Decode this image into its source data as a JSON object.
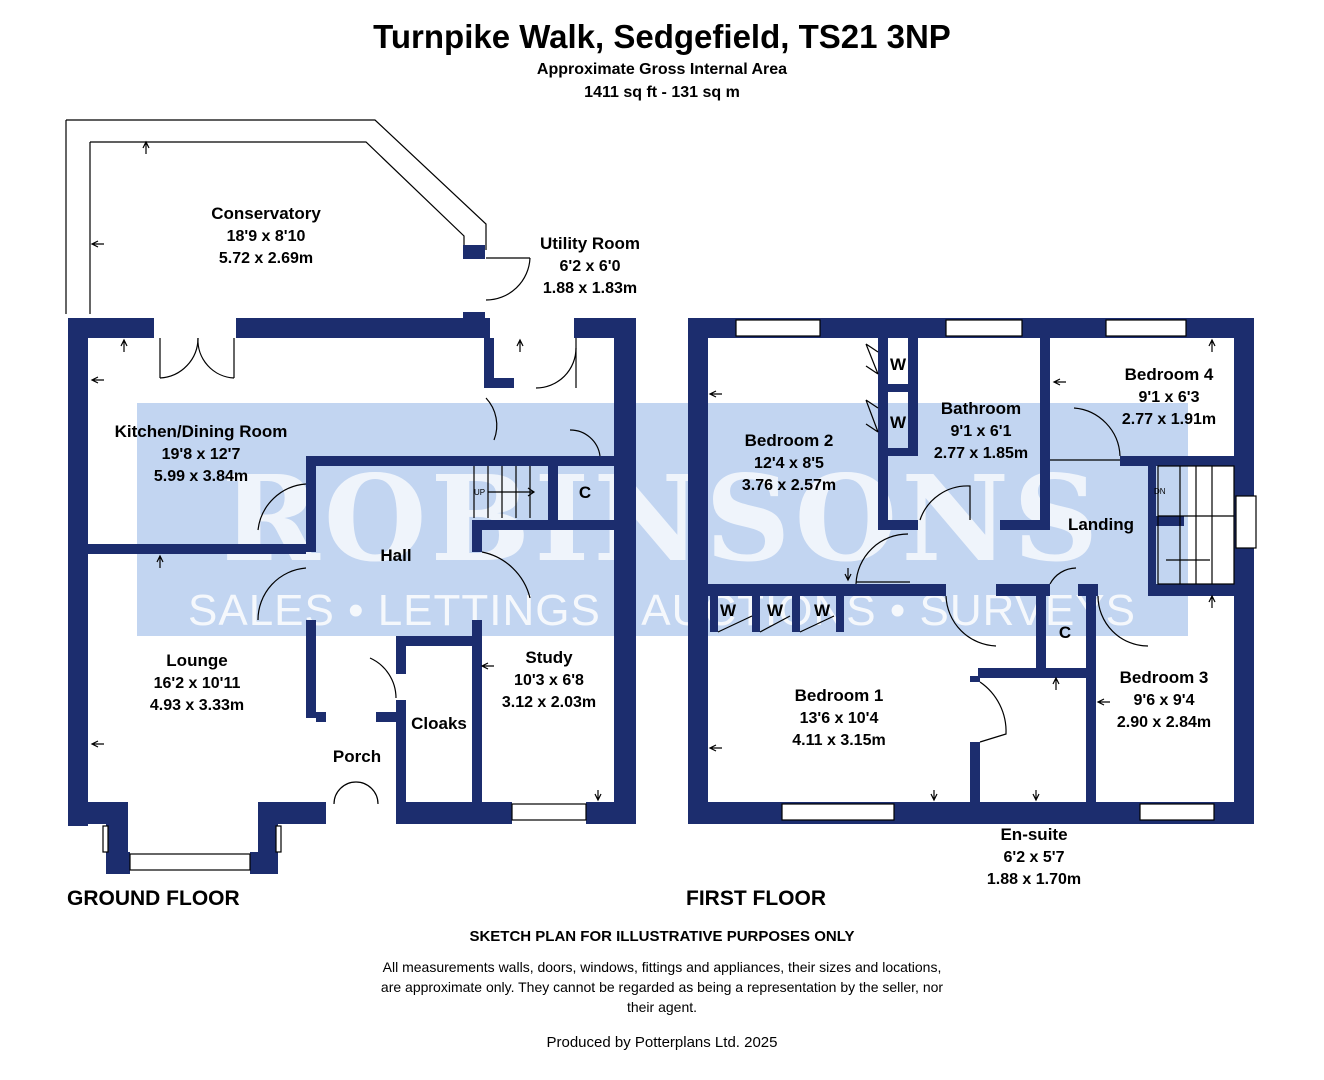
{
  "header": {
    "title": "Turnpike Walk, Sedgefield, TS21 3NP",
    "area_label": "Approximate Gross Internal Area",
    "area_value": "1411 sq ft - 131 sq m"
  },
  "watermark": {
    "brand": "ROBINSONS",
    "tagline": "SALES • LETTINGS • AUCTIONS • SURVEYS"
  },
  "floors": {
    "ground": {
      "label": "GROUND FLOOR",
      "rooms": [
        {
          "name": "Conservatory",
          "imperial": "18'9 x 8'10",
          "metric": "5.72 x 2.69m"
        },
        {
          "name": "Utility Room",
          "imperial": "6'2 x 6'0",
          "metric": "1.88 x 1.83m"
        },
        {
          "name": "Kitchen/Dining Room",
          "imperial": "19'8 x 12'7",
          "metric": "5.99 x 3.84m"
        },
        {
          "name": "Hall"
        },
        {
          "name": "Lounge",
          "imperial": "16'2 x 10'11",
          "metric": "4.93 x 3.33m"
        },
        {
          "name": "Study",
          "imperial": "10'3 x 6'8",
          "metric": "3.12 x 2.03m"
        },
        {
          "name": "Porch"
        },
        {
          "name": "Cloaks"
        }
      ],
      "cupboard": "C",
      "stairs": "UP"
    },
    "first": {
      "label": "FIRST FLOOR",
      "rooms": [
        {
          "name": "Bedroom 2",
          "imperial": "12'4 x 8'5",
          "metric": "3.76 x 2.57m"
        },
        {
          "name": "Bathroom",
          "imperial": "9'1 x 6'1",
          "metric": "2.77 x 1.85m"
        },
        {
          "name": "Bedroom 4",
          "imperial": "9'1 x 6'3",
          "metric": "2.77 x 1.91m"
        },
        {
          "name": "Landing"
        },
        {
          "name": "Bedroom 1",
          "imperial": "13'6 x 10'4",
          "metric": "4.11 x 3.15m"
        },
        {
          "name": "Bedroom 3",
          "imperial": "9'6 x 9'4",
          "metric": "2.90 x 2.84m"
        },
        {
          "name": "En-suite",
          "imperial": "6'2 x 5'7",
          "metric": "1.88 x 1.70m"
        }
      ],
      "wardrobe": "W",
      "cupboard": "C",
      "stairs": "DN"
    }
  },
  "footer": {
    "sketch_note": "SKETCH PLAN FOR ILLUSTRATIVE PURPOSES ONLY",
    "disclaimer": "All measurements walls, doors, windows, fittings and appliances, their sizes and locations, are approximate only. They cannot be regarded as being a representation by the seller, nor their agent.",
    "producer": "Produced by Potterplans Ltd. 2025"
  },
  "colors": {
    "wall": "#1c2d6e",
    "watermark": "#8fb2e6"
  }
}
